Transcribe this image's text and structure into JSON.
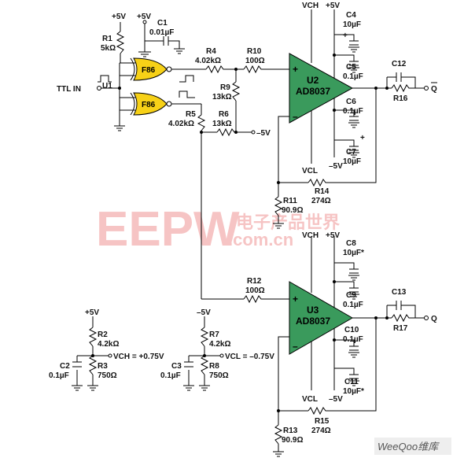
{
  "colors": {
    "opamp_fill": "#3a9a5c",
    "gate_fill": "#f7d117",
    "watermark": "#e85a5a",
    "wire": "#000000"
  },
  "input": {
    "label": "TTL IN"
  },
  "gates": {
    "u1_label": "U1",
    "gate_a": "F86",
    "gate_b": "F86"
  },
  "resistors": {
    "r1": {
      "name": "R1",
      "value": "5kΩ"
    },
    "r2": {
      "name": "R2",
      "value": "4.2kΩ"
    },
    "r3": {
      "name": "R3",
      "value": "750Ω"
    },
    "r4": {
      "name": "R4",
      "value": "4.02kΩ"
    },
    "r5": {
      "name": "R5",
      "value": "4.02kΩ"
    },
    "r6": {
      "name": "R6",
      "value": "13kΩ"
    },
    "r7": {
      "name": "R7",
      "value": "4.2kΩ"
    },
    "r8": {
      "name": "R8",
      "value": "750Ω"
    },
    "r9": {
      "name": "R9",
      "value": "13kΩ"
    },
    "r10": {
      "name": "R10",
      "value": "100Ω"
    },
    "r11": {
      "name": "R11",
      "value": "90.9Ω"
    },
    "r12": {
      "name": "R12",
      "value": "100Ω"
    },
    "r13": {
      "name": "R13",
      "value": "90.9Ω"
    },
    "r14": {
      "name": "R14",
      "value": "274Ω"
    },
    "r15": {
      "name": "R15",
      "value": "274Ω"
    },
    "r16": {
      "name": "R16",
      "value": ""
    },
    "r17": {
      "name": "R17",
      "value": ""
    }
  },
  "capacitors": {
    "c1": {
      "name": "C1",
      "value": "0.01µF"
    },
    "c2": {
      "name": "C2",
      "value": "0.1µF"
    },
    "c3": {
      "name": "C3",
      "value": "0.1µF"
    },
    "c4": {
      "name": "C4",
      "value": "10µF"
    },
    "c5": {
      "name": "C5",
      "value": "0.1µF"
    },
    "c6": {
      "name": "C6",
      "value": "0.1µF"
    },
    "c7": {
      "name": "C7",
      "value": "10µF"
    },
    "c8": {
      "name": "C8",
      "value": "10µF*"
    },
    "c9": {
      "name": "C9",
      "value": "0.1µF"
    },
    "c10": {
      "name": "C10",
      "value": "0.1µF"
    },
    "c11": {
      "name": "C11",
      "value": "10µF*"
    },
    "c12": {
      "name": "C12",
      "value": ""
    },
    "c13": {
      "name": "C13",
      "value": ""
    }
  },
  "opamps": {
    "u2": {
      "ref": "U2",
      "part": "AD8037"
    },
    "u3": {
      "ref": "U3",
      "part": "AD8037"
    }
  },
  "supplies": {
    "plus5v": "+5V",
    "minus5v": "–5V",
    "vch": "VCH",
    "vcl": "VCL",
    "vch_eq": "VCH = +0.75V",
    "vcl_eq": "VCL = –0.75V"
  },
  "outputs": {
    "q_bar": "Q",
    "q": "Q"
  },
  "signs": {
    "plus": "+",
    "minus": "–"
  },
  "watermarks": {
    "eepw": "EEPW",
    "eepw_cn": "电子产品世界",
    "eepw_url": ".com.cn",
    "weeqoo": "WeeQoo维库"
  }
}
